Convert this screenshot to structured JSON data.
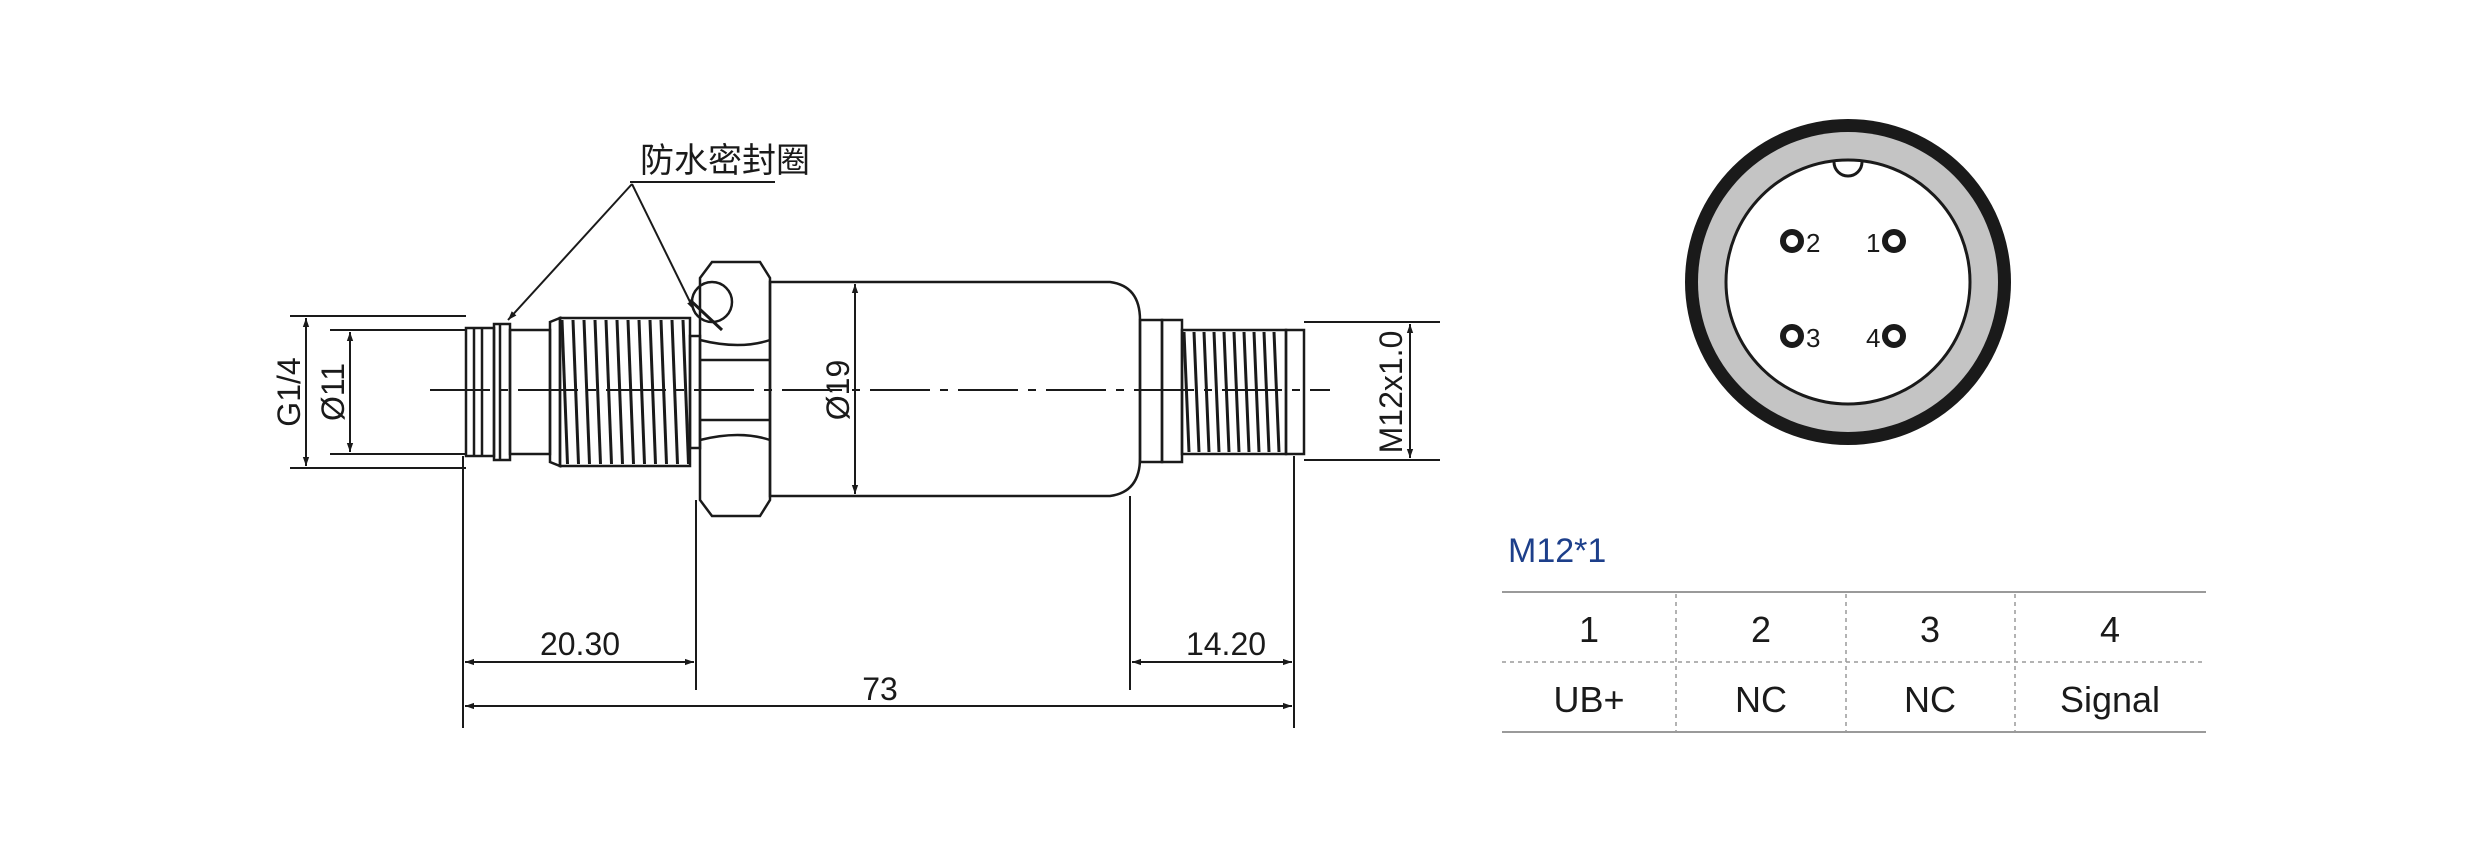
{
  "labels": {
    "seal_label": "防水密封圈",
    "thread_left": "G1/4",
    "dia_11": "Ø11",
    "dia_19": "Ø19",
    "thread_right": "M12x1.0",
    "dim_20_30": "20.30",
    "dim_14_20": "14.20",
    "dim_73": "73"
  },
  "connector": {
    "pins": [
      {
        "label": "1",
        "role": "UB+"
      },
      {
        "label": "2",
        "role": "NC"
      },
      {
        "label": "3",
        "role": "NC"
      },
      {
        "label": "4",
        "role": "Signal"
      }
    ]
  },
  "table": {
    "title": "M12*1",
    "header": [
      "1",
      "2",
      "3",
      "4"
    ],
    "row": [
      "UB+",
      "NC",
      "NC",
      "Signal"
    ]
  },
  "colors": {
    "line": "#1a1a1a",
    "ring_gray": "#c4c4c4",
    "title_blue": "#1d3f8a",
    "table_line": "#9a9a9a"
  }
}
